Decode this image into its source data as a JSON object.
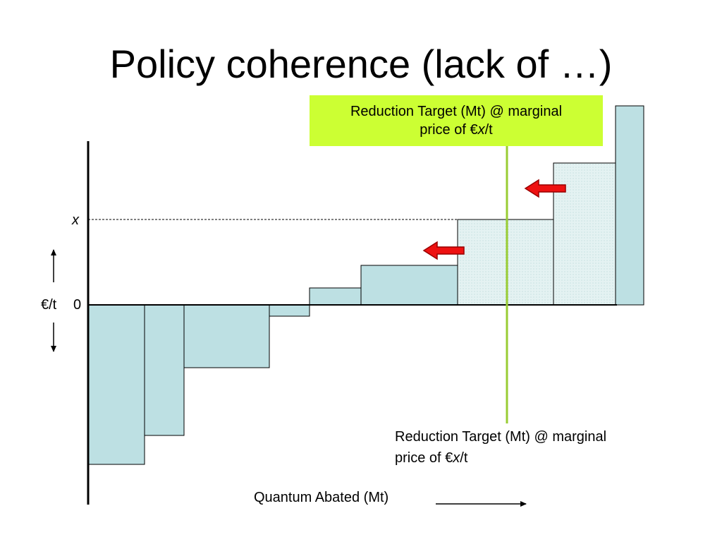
{
  "title": "Policy coherence (lack of …)",
  "chart_data": {
    "type": "bar",
    "subtype": "marginal-abatement-cost-curve",
    "xlabel": "Quantum Abated (Mt)",
    "ylabel": "€/t",
    "y_zero_label": "0",
    "x_marker_label": "x",
    "bars": [
      {
        "width": 80,
        "cost": -226,
        "highlighted": false
      },
      {
        "width": 56,
        "cost": -185,
        "highlighted": false
      },
      {
        "width": 121,
        "cost": -89,
        "highlighted": false
      },
      {
        "width": 57,
        "cost": -16,
        "highlighted": false
      },
      {
        "width": 73,
        "cost": 24,
        "highlighted": false
      },
      {
        "width": 137,
        "cost": 56,
        "highlighted": false
      },
      {
        "width": 136,
        "cost": 121,
        "highlighted": true
      },
      {
        "width": 88,
        "cost": 201,
        "highlighted": true
      },
      {
        "width": 40,
        "cost": 282,
        "highlighted": false
      }
    ],
    "x_marker_value": 121,
    "target_quantity": 594,
    "colors": {
      "bar_fill": "#bde0e3",
      "bar_highlight_fill": "#dff0f0",
      "target_line": "#99cc33",
      "callout_bg": "#ccff33",
      "arrow": "#ee1111"
    }
  },
  "callout": {
    "line1": "Reduction Target (Mt) @ marginal",
    "line2_pre": "price of €",
    "line2_x": "x",
    "line2_post": "/t"
  },
  "bottom_label": {
    "line1": "Reduction Target (Mt) @ marginal",
    "line2_pre": "price of €",
    "line2_x": "x",
    "line2_post": "/t"
  }
}
